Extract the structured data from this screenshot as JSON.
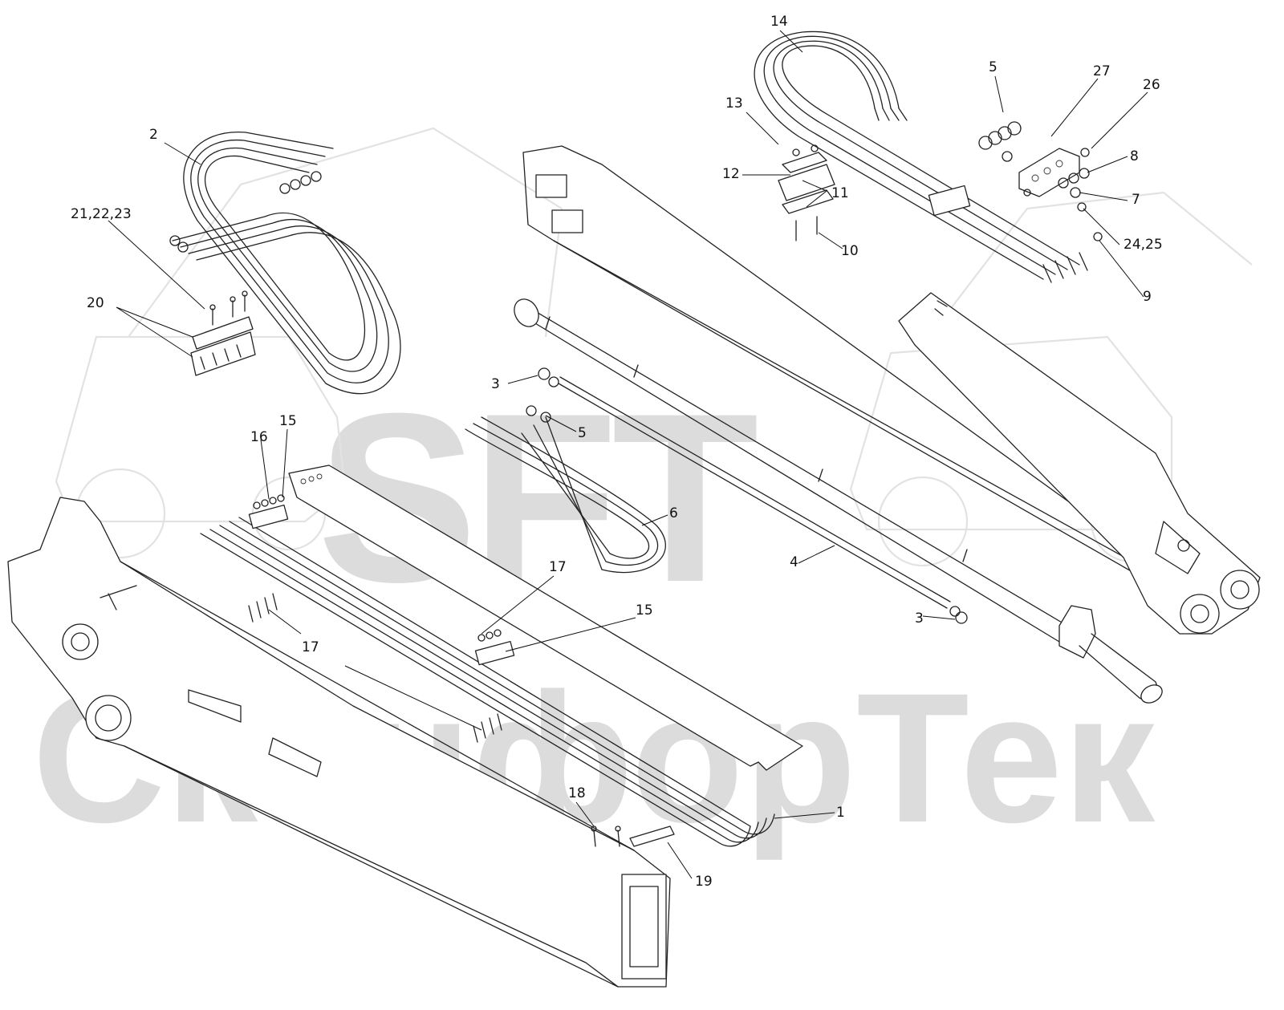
{
  "watermark": {
    "logo_text": "SFT",
    "company_text": "СканфорТек"
  },
  "callouts": [
    {
      "id": "c14",
      "text": "14"
    },
    {
      "id": "c5a",
      "text": "5"
    },
    {
      "id": "c27",
      "text": "27"
    },
    {
      "id": "c26",
      "text": "26"
    },
    {
      "id": "c13",
      "text": "13"
    },
    {
      "id": "c8",
      "text": "8"
    },
    {
      "id": "c2",
      "text": "2"
    },
    {
      "id": "c12",
      "text": "12"
    },
    {
      "id": "c11",
      "text": "11"
    },
    {
      "id": "c7",
      "text": "7"
    },
    {
      "id": "c21",
      "text": "21,22,23"
    },
    {
      "id": "c2425",
      "text": "24,25"
    },
    {
      "id": "c10",
      "text": "10"
    },
    {
      "id": "c9",
      "text": "9"
    },
    {
      "id": "c20",
      "text": "20"
    },
    {
      "id": "c3a",
      "text": "3"
    },
    {
      "id": "c5b",
      "text": "5"
    },
    {
      "id": "c15a",
      "text": "15"
    },
    {
      "id": "c16",
      "text": "16"
    },
    {
      "id": "c6",
      "text": "6"
    },
    {
      "id": "c4",
      "text": "4"
    },
    {
      "id": "c17a",
      "text": "17"
    },
    {
      "id": "c15b",
      "text": "15"
    },
    {
      "id": "c3b",
      "text": "3"
    },
    {
      "id": "c17b",
      "text": "17"
    },
    {
      "id": "c1",
      "text": "1"
    },
    {
      "id": "c18",
      "text": "18"
    },
    {
      "id": "c19",
      "text": "19"
    }
  ]
}
